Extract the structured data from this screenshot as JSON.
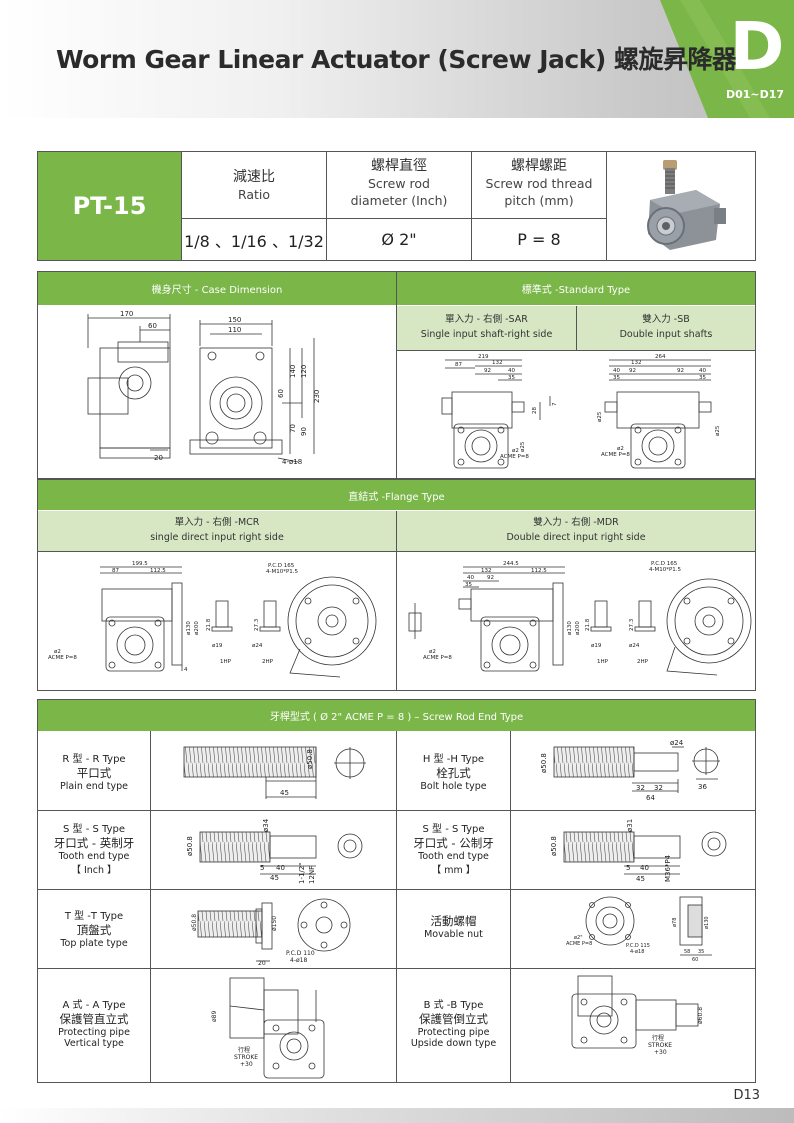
{
  "header": {
    "title": "Worm Gear Linear Actuator (Screw Jack) 螺旋昇降器",
    "section_letter": "D",
    "section_range": "D01~D17",
    "brand_color": "#7ab648"
  },
  "spec": {
    "model": "PT-15",
    "ratio_cn": "減速比",
    "ratio_en": "Ratio",
    "ratio_value": "1/8 、1/16 、1/32",
    "diameter_cn": "螺桿直徑",
    "diameter_en1": "Screw rod",
    "diameter_en2": "diameter (Inch)",
    "diameter_value": "Ø 2\"",
    "pitch_cn": "螺桿螺距",
    "pitch_en1": "Screw rod thread",
    "pitch_en2": "pitch (mm)",
    "pitch_value": "P = 8"
  },
  "case_dimension": {
    "title": "機身尺寸 - Case Dimension",
    "dims": [
      "170",
      "60",
      "150",
      "110",
      "140",
      "120",
      "60",
      "230",
      "70",
      "90",
      "20",
      "4-ø18"
    ]
  },
  "standard_type": {
    "title": "標準式 -Standard Type",
    "sar_cn": "單入力 - 右側 -SAR",
    "sar_en": "Single input shaft-right side",
    "sb_cn": "雙入力 -SB",
    "sb_en": "Double input shafts",
    "sar_dims": [
      "219",
      "87",
      "132",
      "92",
      "40",
      "35",
      "28",
      "7",
      "ø25",
      "ø2",
      "ACME P=8"
    ],
    "sb_dims": [
      "264",
      "132",
      "40",
      "92",
      "92",
      "40",
      "35",
      "35",
      "ø25",
      "ø25",
      "ø2",
      "ACME P=8"
    ]
  },
  "flange_type": {
    "title": "直結式 -Flange Type",
    "mcr_cn": "單入力 - 右側 -MCR",
    "mcr_en": "single direct input right side",
    "mdr_cn": "雙入力 - 右側 -MDR",
    "mdr_en": "Double direct input right side",
    "mcr_dims": [
      "199.5",
      "87",
      "112.5",
      "ø2",
      "ACME P=8",
      "4",
      "ø19",
      "ø24",
      "1HP",
      "2HP",
      "P.C.D 165",
      "4-M10*P1.5"
    ],
    "mdr_dims": [
      "244.5",
      "132",
      "112.5",
      "40",
      "92",
      "35",
      "ø2",
      "ACME P=8",
      "ø19",
      "ø24",
      "1HP",
      "2HP",
      "P.C.D 165",
      "4-M10*P1.5"
    ]
  },
  "screw_end": {
    "title": "牙桿型式 ( Ø 2\"  ACME P = 8 ) – Screw Rod End Type",
    "rows": [
      {
        "left": {
          "l1": "R 型 - R Type",
          "l2": "平口式",
          "l3": "Plain end type",
          "dims": [
            "ø50.8",
            "45"
          ]
        },
        "right": {
          "l1": "H 型 -H Type",
          "l2": "栓孔式",
          "l3": "Bolt hole type",
          "dims": [
            "ø50.8",
            "ø24",
            "32",
            "32",
            "64",
            "36"
          ]
        }
      },
      {
        "left": {
          "l1": "S 型 - S Type",
          "l2": "牙口式 - 英制牙",
          "l3": "Tooth end type",
          "l4": "【 Inch 】",
          "dims": [
            "ø50.8",
            "ø34",
            "5",
            "40",
            "45",
            "1-1/2\"",
            "12NF"
          ]
        },
        "right": {
          "l1": "S 型 - S Type",
          "l2": "牙口式 - 公制牙",
          "l3": "Tooth end type",
          "l4": "【 mm 】",
          "dims": [
            "ø50.8",
            "ø31",
            "5",
            "40",
            "45",
            "M36*P4"
          ]
        }
      },
      {
        "left": {
          "l1": "T 型 -T Type",
          "l2": "頂盤式",
          "l3": "Top plate type",
          "dims": [
            "ø50.8",
            "ø150",
            "20",
            "P.C.D 110",
            "4-ø18"
          ]
        },
        "right": {
          "l1": "",
          "l2": "活動螺帽",
          "l3": "Movable nut",
          "dims": [
            "ø2\"",
            "ACME P=8",
            "P.C.D 115",
            "4-ø18",
            "ø78",
            "ø130",
            "58",
            "35",
            "60"
          ]
        }
      },
      {
        "left": {
          "l1": "A 式 - A Type",
          "l2": "保護管直立式",
          "l3": "Protecting pipe",
          "l4": "Vertical type",
          "dims": [
            "ø89",
            "行程",
            "STROKE",
            "+30"
          ]
        },
        "right": {
          "l1": "B 式 -B Type",
          "l2": "保護管倒立式",
          "l3": "Protecting pipe",
          "l4": "Upside down type",
          "dims": [
            "ø60.8",
            "行程",
            "STROKE",
            "+30"
          ]
        }
      }
    ]
  },
  "footer": {
    "page": "D13"
  }
}
